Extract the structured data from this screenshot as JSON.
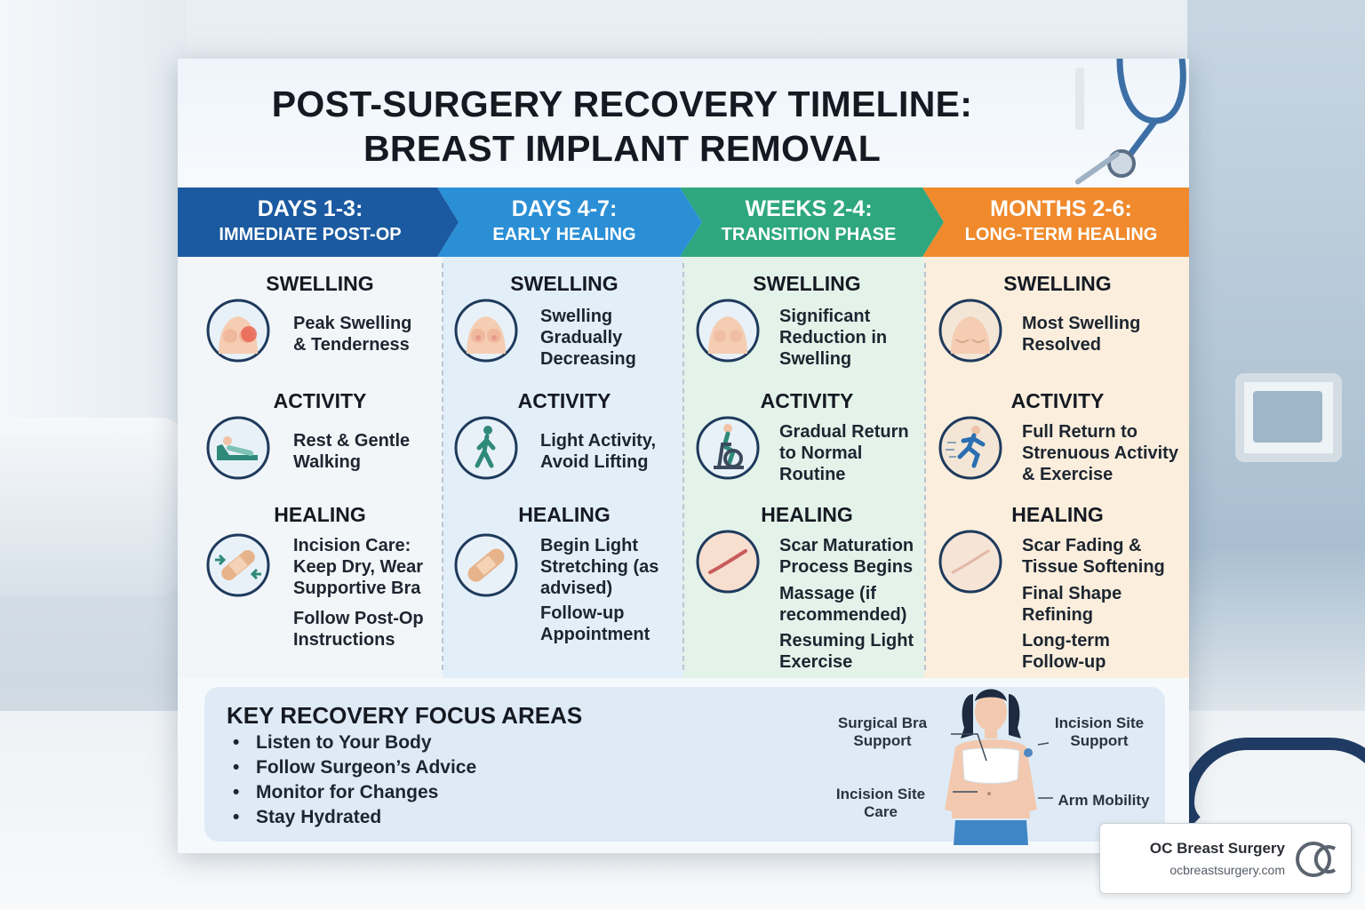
{
  "title": {
    "line1": "POST-SURGERY RECOVERY TIMELINE:",
    "line2": "BREAST IMPLANT REMOVAL"
  },
  "colors": {
    "phase1": "#1b5aa0",
    "phase2": "#2b8fd6",
    "phase3": "#2ea77f",
    "phase4": "#f08a2c"
  },
  "phases": [
    {
      "heading": "DAYS 1-3:",
      "subheading": "IMMEDIATE POST-OP",
      "swelling_title": "SWELLING",
      "swelling_text": [
        "Peak Swelling",
        "& Tenderness"
      ],
      "activity_title": "ACTIVITY",
      "activity_text": [
        "Rest & Gentle",
        "Walking"
      ],
      "healing_title": "HEALING",
      "healing_text": [
        "Incision Care:",
        "Keep Dry, Wear",
        "Supportive Bra"
      ],
      "healing_text2": [
        "Follow Post-Op",
        "Instructions"
      ],
      "healing_text3": []
    },
    {
      "heading": "DAYS 4-7:",
      "subheading": "EARLY HEALING",
      "swelling_title": "SWELLING",
      "swelling_text": [
        "Swelling",
        "Gradually",
        "Decreasing"
      ],
      "activity_title": "ACTIVITY",
      "activity_text": [
        "Light Activity,",
        "Avoid Lifting"
      ],
      "healing_title": "HEALING",
      "healing_text": [
        "Begin Light",
        "Stretching (as",
        "advised)"
      ],
      "healing_text2": [
        "Follow-up",
        "Appointment"
      ],
      "healing_text3": []
    },
    {
      "heading": "WEEKS 2-4:",
      "subheading": "TRANSITION PHASE",
      "swelling_title": "SWELLING",
      "swelling_text": [
        "Significant",
        "Reduction in",
        "Swelling"
      ],
      "activity_title": "ACTIVITY",
      "activity_text": [
        "Gradual Return",
        "to Normal",
        "Routine"
      ],
      "healing_title": "HEALING",
      "healing_text": [
        "Scar Maturation",
        "Process Begins"
      ],
      "healing_text2": [
        "Massage (if",
        "recommended)"
      ],
      "healing_text3": [
        "Resuming Light",
        "Exercise"
      ]
    },
    {
      "heading": "MONTHS 2-6:",
      "subheading": "LONG-TERM HEALING",
      "swelling_title": "SWELLING",
      "swelling_text": [
        "Most Swelling",
        "Resolved"
      ],
      "activity_title": "ACTIVITY",
      "activity_text": [
        "Full Return to",
        "Strenuous Activity",
        "& Exercise"
      ],
      "healing_title": "HEALING",
      "healing_text": [
        "Scar Fading &",
        "Tissue Softening"
      ],
      "healing_text2": [
        "Final Shape",
        "Refining"
      ],
      "healing_text3": [
        "Long-term",
        "Follow-up"
      ]
    }
  ],
  "key_focus": {
    "title": "KEY RECOVERY FOCUS AREAS",
    "items": [
      "Listen to Your Body",
      "Follow Surgeon’s Advice",
      "Monitor for Changes",
      "Stay Hydrated"
    ]
  },
  "body_labels": {
    "surgical_bra": [
      "Surgical Bra",
      "Support"
    ],
    "incision_support": [
      "Incision Site",
      "Support"
    ],
    "incision_care": [
      "Incision Site",
      "Care"
    ],
    "arm_mobility": [
      "Arm Mobility"
    ]
  },
  "brand": {
    "name": "OC Breast Surgery",
    "url": "ocbreastsurgery.com"
  },
  "icons": {
    "swelling": "torso-icon",
    "activity_1": "resting-person-icon",
    "activity_2": "walking-person-icon",
    "activity_3": "exercise-bike-icon",
    "activity_4": "running-person-icon",
    "healing_1": "bandage-icon",
    "healing_2": "bandage-icon",
    "healing_3": "scar-icon",
    "healing_4": "scar-icon"
  }
}
